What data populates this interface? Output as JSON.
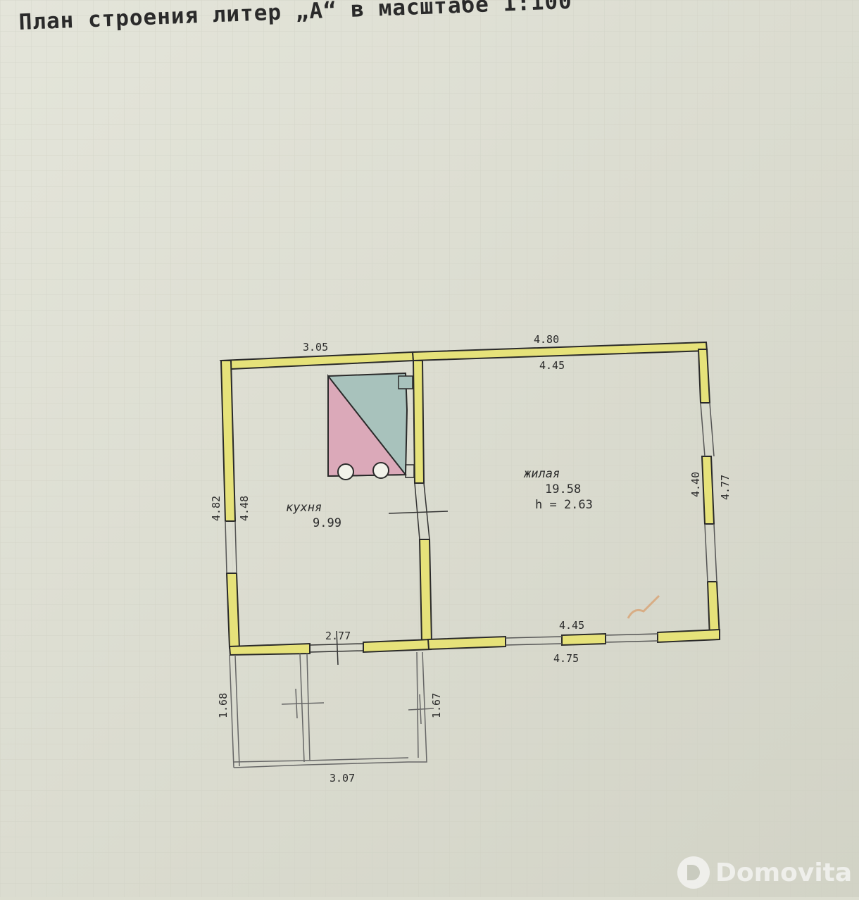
{
  "title": "План строения литер „А“ в масштабе 1:100",
  "colors": {
    "paper": "#dcddd0",
    "wall_fill": "#e6e27a",
    "wall_line": "#2a2a2a",
    "stove_pink": "#dba9b9",
    "stove_blue": "#a8c2bc"
  },
  "rooms": {
    "kitchen": {
      "name": "кухня",
      "area": "9.99"
    },
    "living": {
      "name": "жилая",
      "area": "19.58",
      "height": "h = 2.63"
    }
  },
  "dimensions": {
    "top_left_outer": "3.05",
    "top_right_outer": "4.80",
    "top_right_inner": "4.45",
    "right_inner": "4.40",
    "right_outer": "4.77",
    "left_outer": "4.82",
    "left_inner": "4.48",
    "bottom_left_inner": "2.77",
    "bottom_right_inner": "4.45",
    "bottom_right_outer": "4.75",
    "porch_left": "1.68",
    "porch_right": "1.67",
    "porch_bottom": "3.07"
  },
  "watermark": "Domovita"
}
